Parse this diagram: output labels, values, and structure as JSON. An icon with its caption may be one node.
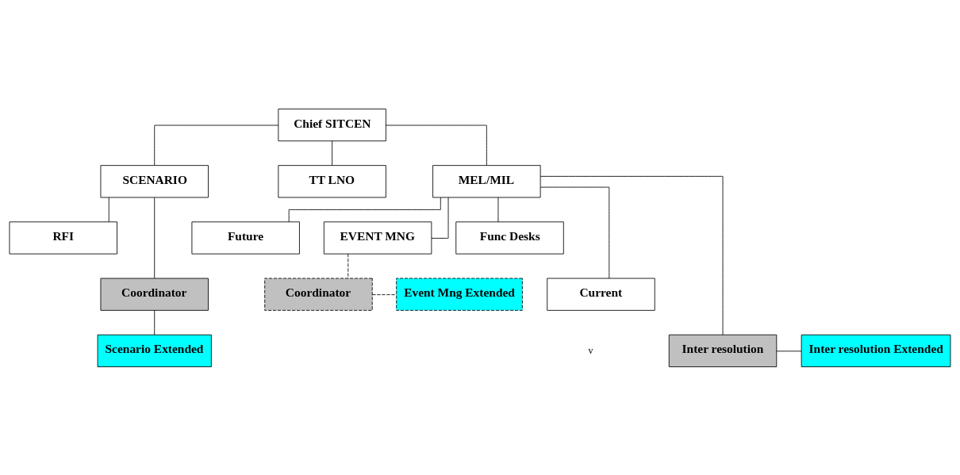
{
  "diagram": {
    "nodes": [
      {
        "text": [
          "Chief SITCEN"
        ]
      },
      {
        "text": [
          "SCENARIO"
        ]
      },
      {
        "text": [
          "TT LNO"
        ]
      },
      {
        "text": [
          "MEL/MIL"
        ]
      },
      {
        "text": [
          "RFI"
        ]
      },
      {
        "text": [
          "Coordinator"
        ]
      },
      {
        "text": [
          "Scenario Extended"
        ]
      },
      {
        "text": [
          "Future"
        ]
      },
      {
        "text": [
          "EVENT MNG"
        ]
      },
      {
        "text": [
          "Func Desks"
        ]
      },
      {
        "text": [
          "Current"
        ]
      },
      {
        "text": [
          "Coordinator"
        ]
      },
      {
        "text": [
          "Event Mng Extended"
        ]
      },
      {
        "text": [
          "Inter resolution"
        ]
      },
      {
        "text": [
          "Inter resolution Extended"
        ]
      }
    ],
    "edges": [
      {
        "from": 0,
        "to": 1,
        "arrow": "none"
      },
      {
        "from": 0,
        "to": 2,
        "arrow": "none"
      },
      {
        "from": 0,
        "to": 3,
        "arrow": "none"
      },
      {
        "from": 1,
        "to": 4,
        "arrow": "none"
      },
      {
        "from": 1,
        "to": 5,
        "arrow": "none"
      },
      {
        "from": 5,
        "to": 6,
        "arrow": "none"
      },
      {
        "from": 3,
        "to": 7,
        "arrow": "none"
      },
      {
        "from": 3,
        "to": 8,
        "arrow": "none"
      },
      {
        "from": 3,
        "to": 9,
        "arrow": "none"
      },
      {
        "from": 3,
        "to": 10,
        "arrow": "none"
      },
      {
        "from": 3,
        "to": 13,
        "arrow": "none"
      },
      {
        "from": 8,
        "to": 11,
        "arrow": "none",
        "style": "dashed"
      },
      {
        "from": 11,
        "to": 12,
        "arrow": "none",
        "style": "dashed"
      },
      {
        "from": 13,
        "to": 14,
        "arrow": "none"
      }
    ],
    "labels": [
      "v"
    ]
  }
}
